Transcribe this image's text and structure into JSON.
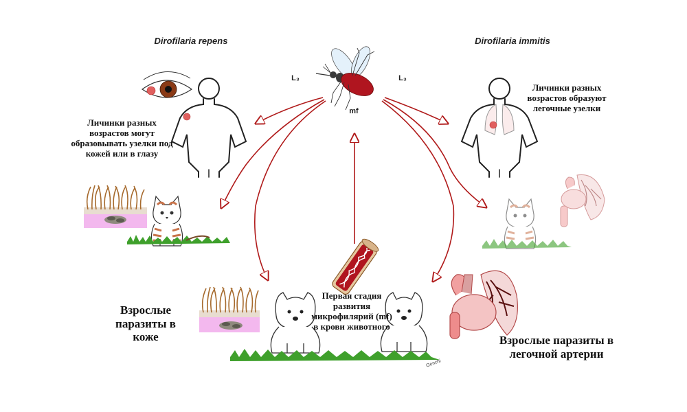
{
  "species": {
    "left": "Dirofilaria repens",
    "right": "Dirofilaria immitis"
  },
  "vector_labels": {
    "l3_left": "L₃",
    "l3_right": "L₃",
    "mf": "mf"
  },
  "captions": {
    "human_repens": "Личинки разных возрастов могут образовывать узелки под кожей или в глазу",
    "human_immitis": "Личинки разных возрастов образуют легочные узелки",
    "adult_skin": "Взрослые паразиты в коже",
    "blood_stage": "Первая стадия развития микрофилярий (mf) в крови животного",
    "adult_lung": "Взрослые паразиты в легочной артерии"
  },
  "signature": "Genchi",
  "colors": {
    "arrow": "#b01a1a",
    "mosquito_abdomen": "#b0151f",
    "skin_pink": "#f3b8ee",
    "grass": "#3fa02c",
    "cat_orange": "#c8734a",
    "lung_pink": "#f4c4c4"
  },
  "icons": [
    "mosquito-icon",
    "eye-icon",
    "human-silhouette-icon",
    "cat-icon",
    "dog-icon",
    "skin-section-icon",
    "blood-vessel-icon",
    "heart-lungs-icon"
  ]
}
